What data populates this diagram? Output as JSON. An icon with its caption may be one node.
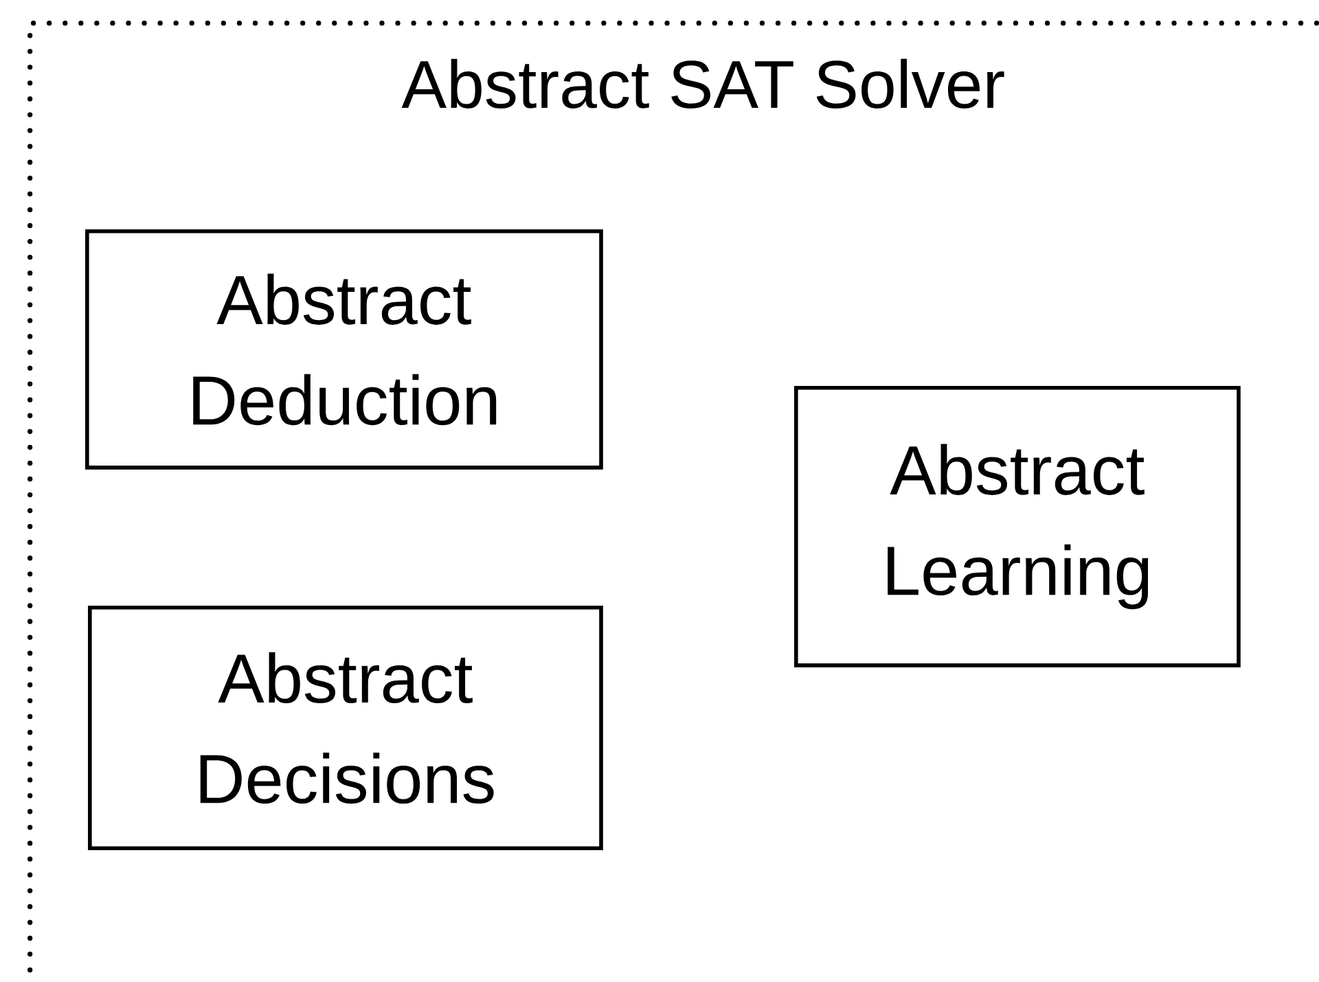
{
  "diagram": {
    "nodes": [
      {
        "text": [
          "Abstract SAT Solver"
        ]
      },
      {
        "text": [
          "Abstract Deduction"
        ],
        "in": 0
      },
      {
        "text": [
          "Abstract Decisions"
        ],
        "in": 0
      },
      {
        "text": [
          "Abstract Learning"
        ],
        "in": 0
      }
    ]
  }
}
